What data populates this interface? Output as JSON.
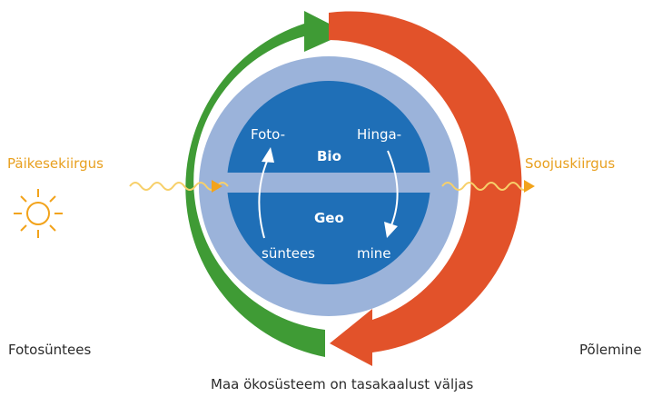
{
  "labels": {
    "sunlight": "Päikesekiirgus",
    "heat_radiation": "Soojuskiirgus",
    "photosynthesis_label": "Fotosüntees",
    "combustion_label": "Põlemine",
    "caption": "Maa ökosüsteem on tasakaalust väljas",
    "bio": "Bio",
    "geo": "Geo",
    "foto_part1": "Foto-",
    "foto_part2": "süntees",
    "hinga_part1": "Hinga-",
    "hinga_part2": "mine"
  },
  "colors": {
    "green_arrow": "#3f9b35",
    "orange_arrow": "#e2522a",
    "outer_disc": "#9bb3da",
    "inner_disc": "#1f6fb7",
    "sun": "#f2a31b",
    "text_orange": "#e8a020"
  },
  "icons": {
    "sun": "sun-icon",
    "wave_in": "wavy-arrow-in-icon",
    "wave_out": "wavy-arrow-out-icon"
  }
}
